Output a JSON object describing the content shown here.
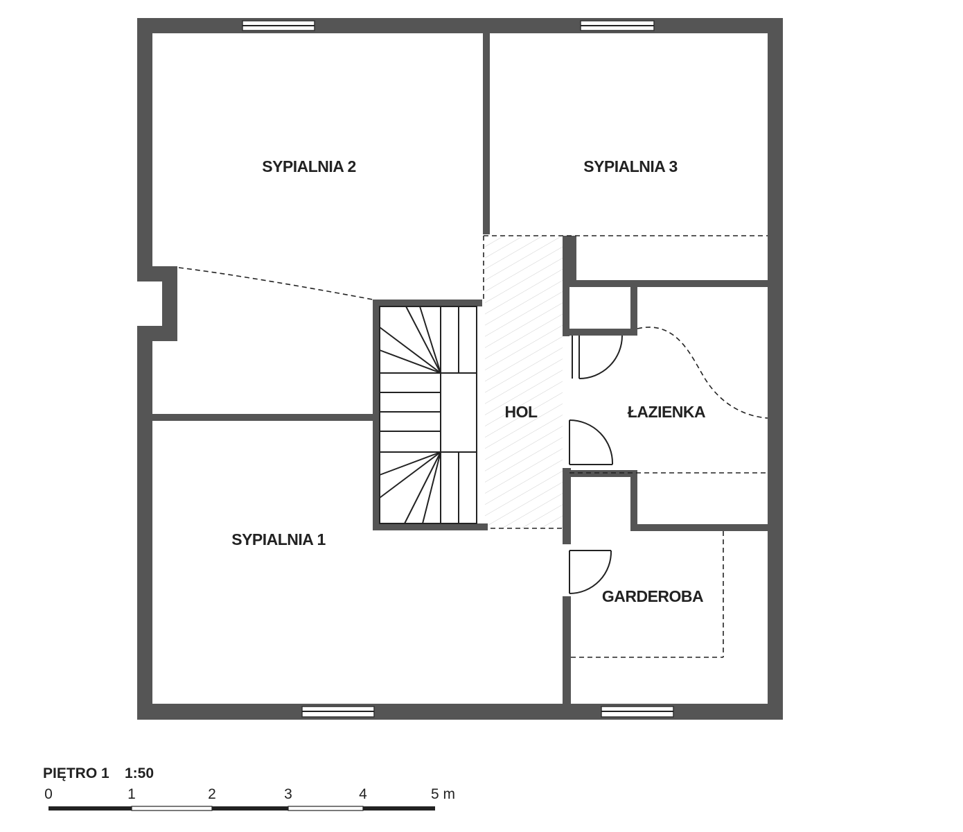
{
  "plan": {
    "title": "PIĘTRO 1",
    "scale_label": "1:50",
    "rooms": {
      "sypialnia_2": "SYPIALNIA 2",
      "sypialnia_3": "SYPIALNIA 3",
      "hol": "HOL",
      "lazienka": "ŁAZIENKA",
      "sypialnia_1": "SYPIALNIA 1",
      "garderoba": "GARDEROBA"
    },
    "scale_bar": {
      "ticks": [
        "0",
        "1",
        "2",
        "3",
        "4",
        "5 m"
      ]
    },
    "colors": {
      "wall": "#555555",
      "line": "#222222",
      "background": "#ffffff"
    }
  }
}
